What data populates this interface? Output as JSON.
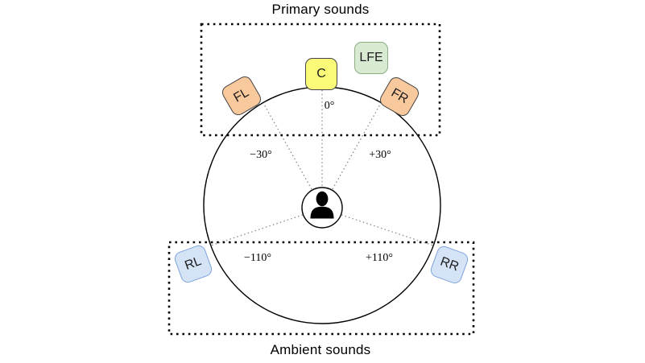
{
  "figure": {
    "description": "5.1 surround sound speaker placement diagram",
    "groups": {
      "primary": {
        "title": "Primary sounds"
      },
      "ambient": {
        "title": "Ambient sounds"
      }
    },
    "speakers": {
      "fl": {
        "label": "FL",
        "angle": "−30°",
        "fill": "#f8c99c",
        "border": "#454545"
      },
      "c": {
        "label": "C",
        "angle": "0°",
        "fill": "#fafa78",
        "border": "#454545"
      },
      "lfe": {
        "label": "LFE",
        "fill": "#d9ead3",
        "border": "#8cae80"
      },
      "fr": {
        "label": "FR",
        "angle": "+30°",
        "fill": "#f8c99c",
        "border": "#454545"
      },
      "rl": {
        "label": "RL",
        "angle": "−110°",
        "fill": "#d5e3f7",
        "border": "#7ea3dc"
      },
      "rr": {
        "label": "RR",
        "angle": "+110°",
        "fill": "#d5e3f7",
        "border": "#7ea3dc"
      }
    },
    "angle_labels": {
      "center": "0°",
      "front_left": "−30°",
      "front_right": "+30°",
      "rear_left": "−110°",
      "rear_right": "+110°"
    },
    "listener": {
      "icon": "person-icon"
    },
    "colors": {
      "outline": "#000000",
      "radial_lines": "#8a8a8a",
      "group_border": "#000000",
      "background": "#ffffff"
    }
  }
}
